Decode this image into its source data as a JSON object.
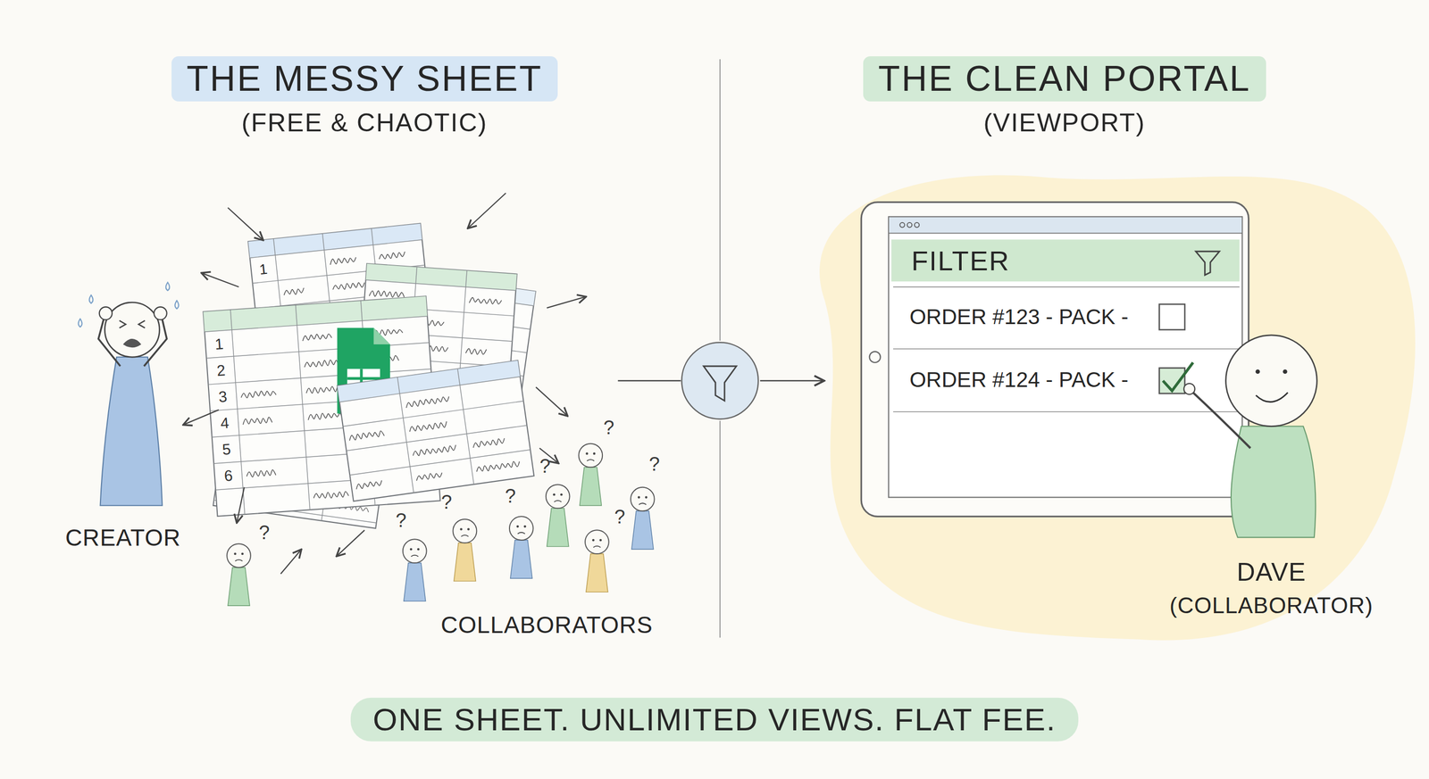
{
  "diagram": {
    "caption": "ONE SHEET. UNLIMITED VIEWS. FLAT FEE.",
    "nodes": [
      {
        "text": [
          "THE MESSY SHEET",
          "(FREE & CHAOTIC)"
        ]
      },
      {
        "text": [
          "1",
          "2",
          "3",
          "4",
          "5",
          "6"
        ]
      },
      {
        "text": [
          "THE CLEAN PORTAL",
          "(VIEWPORT)"
        ]
      },
      {
        "text": [
          "FILTER"
        ]
      },
      {
        "text": [
          "ORDER #123 - PACK -"
        ]
      },
      {
        "text": [
          "ORDER #124 - PACK -"
        ]
      }
    ],
    "labels": [
      "1",
      "CREATOR",
      "?",
      "?",
      "?",
      "?",
      "?",
      "?",
      "?",
      "?",
      "COLLABORATORS",
      "DAVE",
      "(COLLABORATOR)"
    ]
  }
}
